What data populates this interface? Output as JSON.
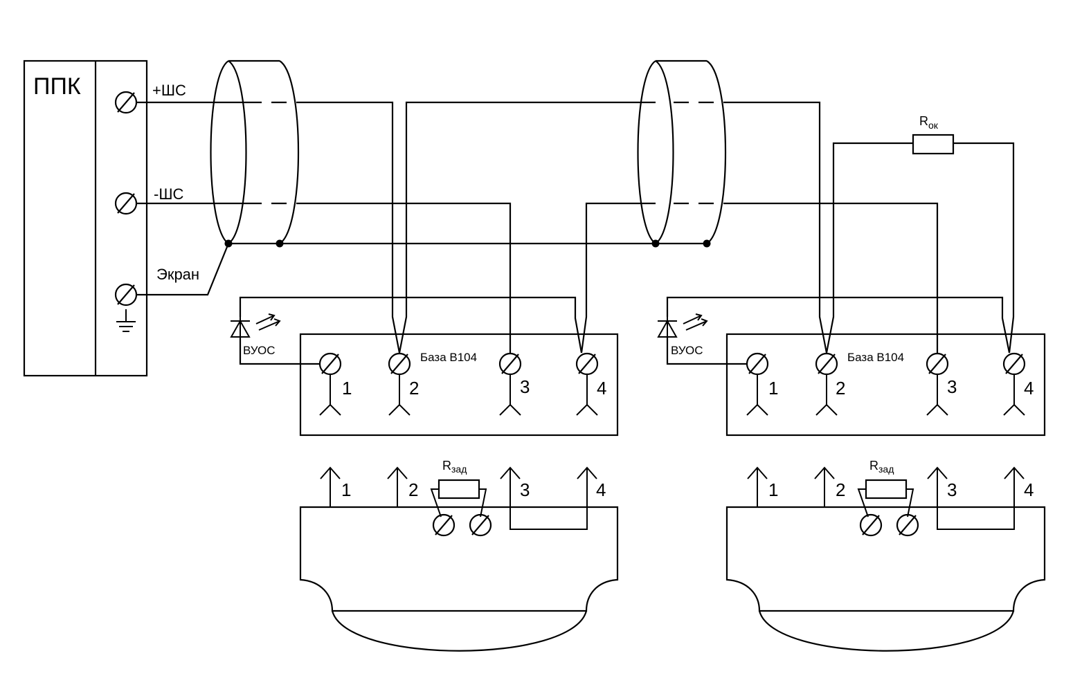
{
  "ppk": {
    "title": "ППК",
    "plus_label": "+ШС",
    "minus_label": "-ШС",
    "screen_label": "Экран"
  },
  "bases": [
    {
      "title": "База В104",
      "vuos_label": "ВУОС",
      "pins": [
        "1",
        "2",
        "3",
        "4"
      ]
    },
    {
      "title": "База В104",
      "vuos_label": "ВУОС",
      "pins": [
        "1",
        "2",
        "3",
        "4"
      ]
    }
  ],
  "heads": [
    {
      "pins": [
        "1",
        "2",
        "3",
        "4"
      ],
      "resistor": {
        "main": "R",
        "sub": "зад"
      }
    },
    {
      "pins": [
        "1",
        "2",
        "3",
        "4"
      ],
      "resistor": {
        "main": "R",
        "sub": "зад"
      }
    }
  ],
  "end_resistor": {
    "main": "R",
    "sub": "ок"
  },
  "colors": {
    "line": "#000000",
    "background": "#ffffff"
  }
}
